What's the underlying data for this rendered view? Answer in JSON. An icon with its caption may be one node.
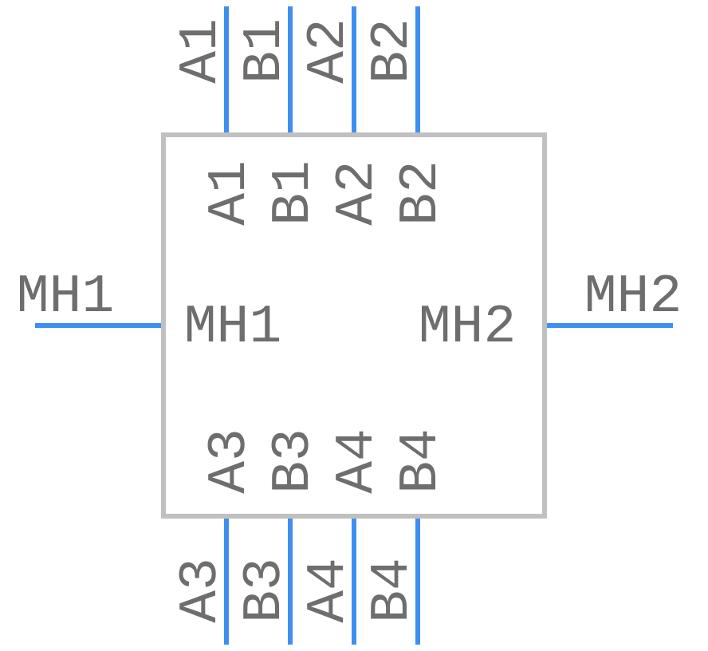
{
  "diagram": {
    "nodes": [
      {
        "text": [
          "A1",
          "B1",
          "A2",
          "B2",
          "MH1",
          "MH2",
          "A3",
          "B3",
          "A4",
          "B4"
        ]
      }
    ],
    "labels": [
      "A1",
      "B1",
      "A2",
      "B2",
      "MH1",
      "MH2",
      "A3",
      "B3",
      "A4",
      "B4"
    ]
  }
}
